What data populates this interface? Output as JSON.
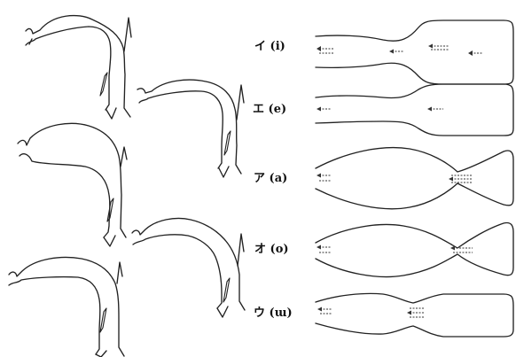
{
  "labels": {
    "i": {
      "kana": "イ",
      "roman": "(i)"
    },
    "e": {
      "kana": "エ",
      "roman": "(e)"
    },
    "a": {
      "kana": "ア",
      "roman": "(a)"
    },
    "o": {
      "kana": "オ",
      "roman": "(o)"
    },
    "u": {
      "kana": "ウ",
      "roman": "(ɯ)"
    }
  }
}
